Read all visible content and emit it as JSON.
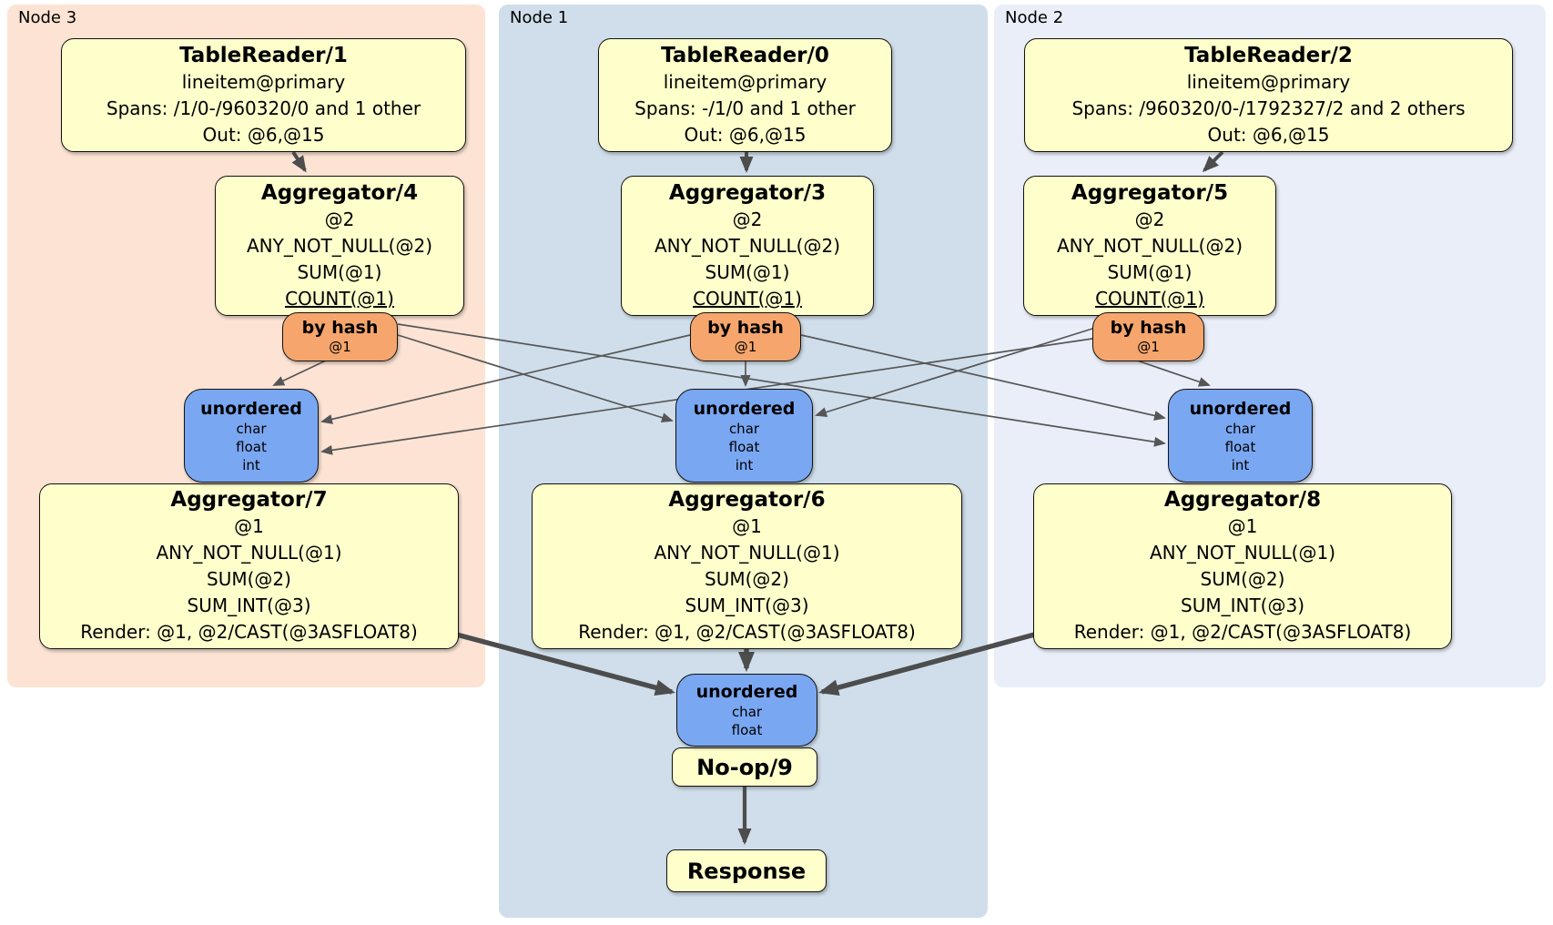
{
  "colors": {
    "panel_node3": "#FCE3D3",
    "panel_node1": "#CFDEEA",
    "panel_node2": "#E9EEF8",
    "processor_fill": "#FFFFCC",
    "router_fill": "#F6A66D",
    "sync_fill": "#7AA7F2",
    "edge_color": "#4D4D4D"
  },
  "panels": {
    "node3": "Node 3",
    "node1": "Node 1",
    "node2": "Node 2"
  },
  "node3": {
    "tablereader": {
      "title": "TableReader/1",
      "rows": [
        "lineitem@primary",
        "Spans: /1/0-/960320/0 and 1 other",
        "Out: @6,@15"
      ]
    },
    "aggregator_top": {
      "title": "Aggregator/4",
      "rows": [
        "@2",
        "ANY_NOT_NULL(@2)",
        "SUM(@1)",
        "COUNT(@1)"
      ]
    },
    "router": {
      "title": "by hash",
      "detail": "@1"
    },
    "sync": {
      "title": "unordered",
      "rows": [
        "char",
        "float",
        "int"
      ]
    },
    "aggregator_bottom": {
      "title": "Aggregator/7",
      "rows": [
        "@1",
        "ANY_NOT_NULL(@1)",
        "SUM(@2)",
        "SUM_INT(@3)",
        "Render: @1, @2/CAST(@3ASFLOAT8)"
      ]
    }
  },
  "node1": {
    "tablereader": {
      "title": "TableReader/0",
      "rows": [
        "lineitem@primary",
        "Spans: -/1/0 and 1 other",
        "Out: @6,@15"
      ]
    },
    "aggregator_top": {
      "title": "Aggregator/3",
      "rows": [
        "@2",
        "ANY_NOT_NULL(@2)",
        "SUM(@1)",
        "COUNT(@1)"
      ]
    },
    "router": {
      "title": "by hash",
      "detail": "@1"
    },
    "sync": {
      "title": "unordered",
      "rows": [
        "char",
        "float",
        "int"
      ]
    },
    "aggregator_bottom": {
      "title": "Aggregator/6",
      "rows": [
        "@1",
        "ANY_NOT_NULL(@1)",
        "SUM(@2)",
        "SUM_INT(@3)",
        "Render: @1, @2/CAST(@3ASFLOAT8)"
      ]
    },
    "final_sync": {
      "title": "unordered",
      "rows": [
        "char",
        "float"
      ]
    },
    "noop": {
      "title": "No-op/9"
    },
    "response": {
      "title": "Response"
    }
  },
  "node2": {
    "tablereader": {
      "title": "TableReader/2",
      "rows": [
        "lineitem@primary",
        "Spans: /960320/0-/1792327/2 and 2 others",
        "Out: @6,@15"
      ]
    },
    "aggregator_top": {
      "title": "Aggregator/5",
      "rows": [
        "@2",
        "ANY_NOT_NULL(@2)",
        "SUM(@1)",
        "COUNT(@1)"
      ]
    },
    "router": {
      "title": "by hash",
      "detail": "@1"
    },
    "sync": {
      "title": "unordered",
      "rows": [
        "char",
        "float",
        "int"
      ]
    },
    "aggregator_bottom": {
      "title": "Aggregator/8",
      "rows": [
        "@1",
        "ANY_NOT_NULL(@1)",
        "SUM(@2)",
        "SUM_INT(@3)",
        "Render: @1, @2/CAST(@3ASFLOAT8)"
      ]
    }
  }
}
